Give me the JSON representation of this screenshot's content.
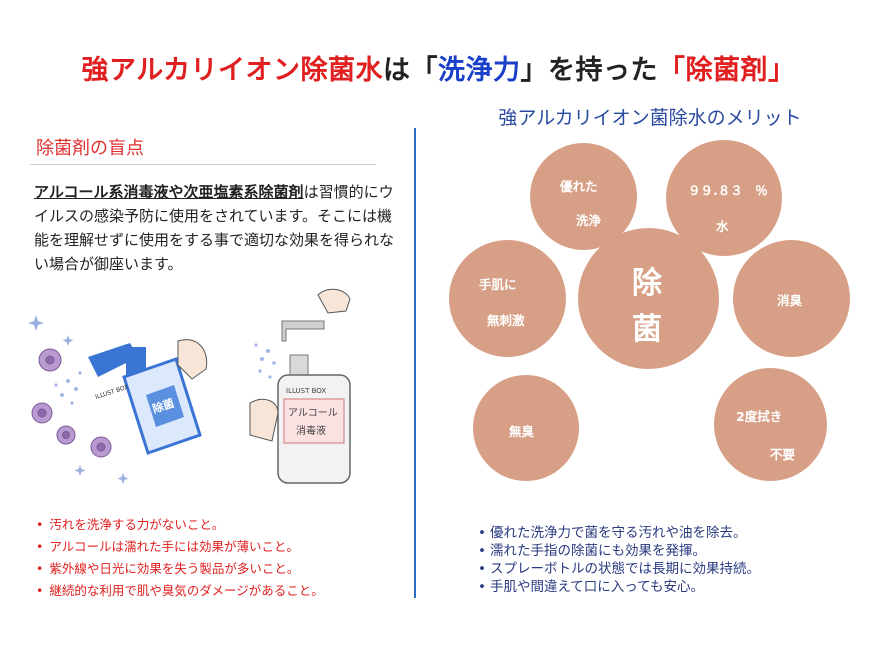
{
  "title": {
    "part1": "強アルカリイオン除菌水",
    "part2": "は「",
    "part3": "洗浄力",
    "part4": "」を持った",
    "part5": "「除菌剤」"
  },
  "left": {
    "heading": "除菌剤の盲点",
    "paragraph_underlined": "アルコール系消毒液や次亜塩素系除菌剤",
    "paragraph_rest": "は習慣的にウイルスの感染予防に使用をされています。そこには機能を理解せずに使用をする事で適切な効果を得られない場合が御座います。",
    "illustration": {
      "spray_brand": "ILLUST BOX",
      "spray_label": "除菌",
      "bottle_brand": "ILLUST BOX",
      "bottle_label_line1": "アルコール",
      "bottle_label_line2": "消毒液"
    },
    "points": [
      "汚れを洗浄する力がないこと。",
      "アルコールは濡れた手には効果が薄いこと。",
      "紫外線や日光に効果を失う製品が多いこと。",
      "継続的な利用で肌や臭気のダメージがあること。"
    ]
  },
  "right": {
    "title": "強アルカリイオン菌除水のメリット",
    "center": {
      "line1": "除",
      "line2": "菌"
    },
    "bubbles": {
      "top_left": {
        "line1": "優れた",
        "line2": "洗浄"
      },
      "top_right": {
        "line1": "９９.８３　％",
        "line2": "水"
      },
      "left": {
        "line1": "手肌に",
        "line2": "無刺激"
      },
      "right": {
        "line1": "消臭"
      },
      "bottom_left": {
        "line1": "無臭"
      },
      "bottom_right": {
        "line1": "2度拭き",
        "line2": "不要"
      }
    },
    "points": [
      "優れた洗浄力で菌を守る汚れや油を除去。",
      "濡れた手指の除菌にも効果を発揮。",
      "スプレーボトルの状態では長期に効果持続。",
      "手肌や間違えて口に入っても安心。"
    ]
  },
  "colors": {
    "title_red": "#e02020",
    "title_blue": "#1a3fc9",
    "divider_blue": "#2b6cc4",
    "bubble_fill": "#d7a086",
    "right_text_blue": "#2a3a80"
  }
}
